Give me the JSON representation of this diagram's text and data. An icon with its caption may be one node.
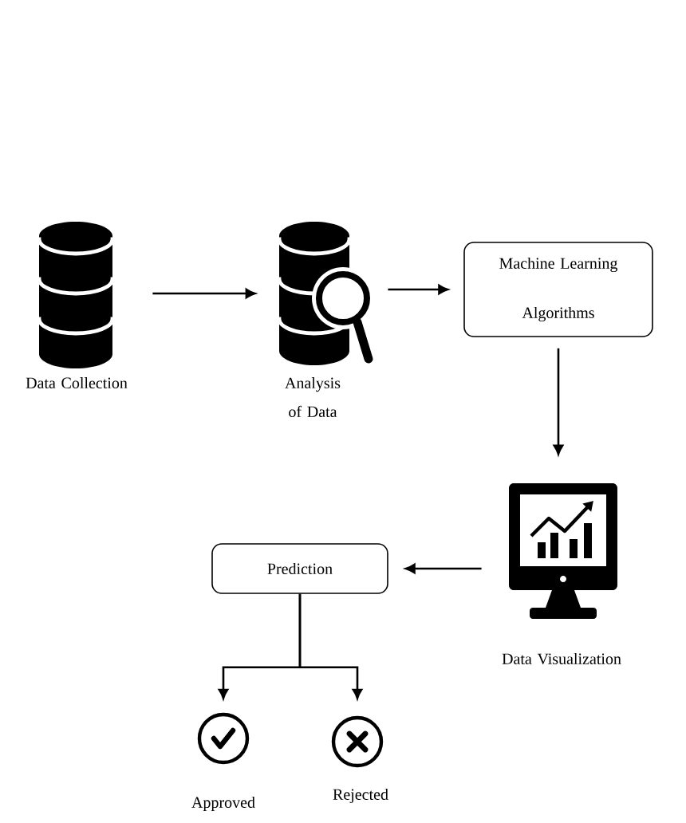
{
  "diagram": {
    "nodes": [
      {
        "text": [],
        "shape": "cylinder",
        "beside": [
          "Data Collection"
        ]
      },
      {
        "text": [],
        "shape": "picture",
        "beside": [
          "Analysis of Data"
        ]
      },
      {
        "text": [
          "Machine Learning Algorithms"
        ]
      },
      {
        "text": [],
        "shape": "picture",
        "beside": [
          "Data Visualization"
        ]
      },
      {
        "text": [
          "Prediction"
        ]
      },
      {
        "text": [],
        "shape": "circle",
        "beside": [
          "Approved"
        ]
      },
      {
        "text": [],
        "shape": "circle",
        "beside": [
          "Rejected"
        ]
      }
    ],
    "edges": [
      {
        "from": 0,
        "to": 1,
        "arrow": "to"
      },
      {
        "from": 1,
        "to": 2,
        "arrow": "to"
      },
      {
        "from": 2,
        "to": 3,
        "arrow": "to"
      },
      {
        "from": 3,
        "to": 4,
        "arrow": "to"
      },
      {
        "from": 4,
        "to": 5,
        "arrow": "to"
      },
      {
        "from": 4,
        "to": 6,
        "arrow": "to"
      }
    ]
  }
}
